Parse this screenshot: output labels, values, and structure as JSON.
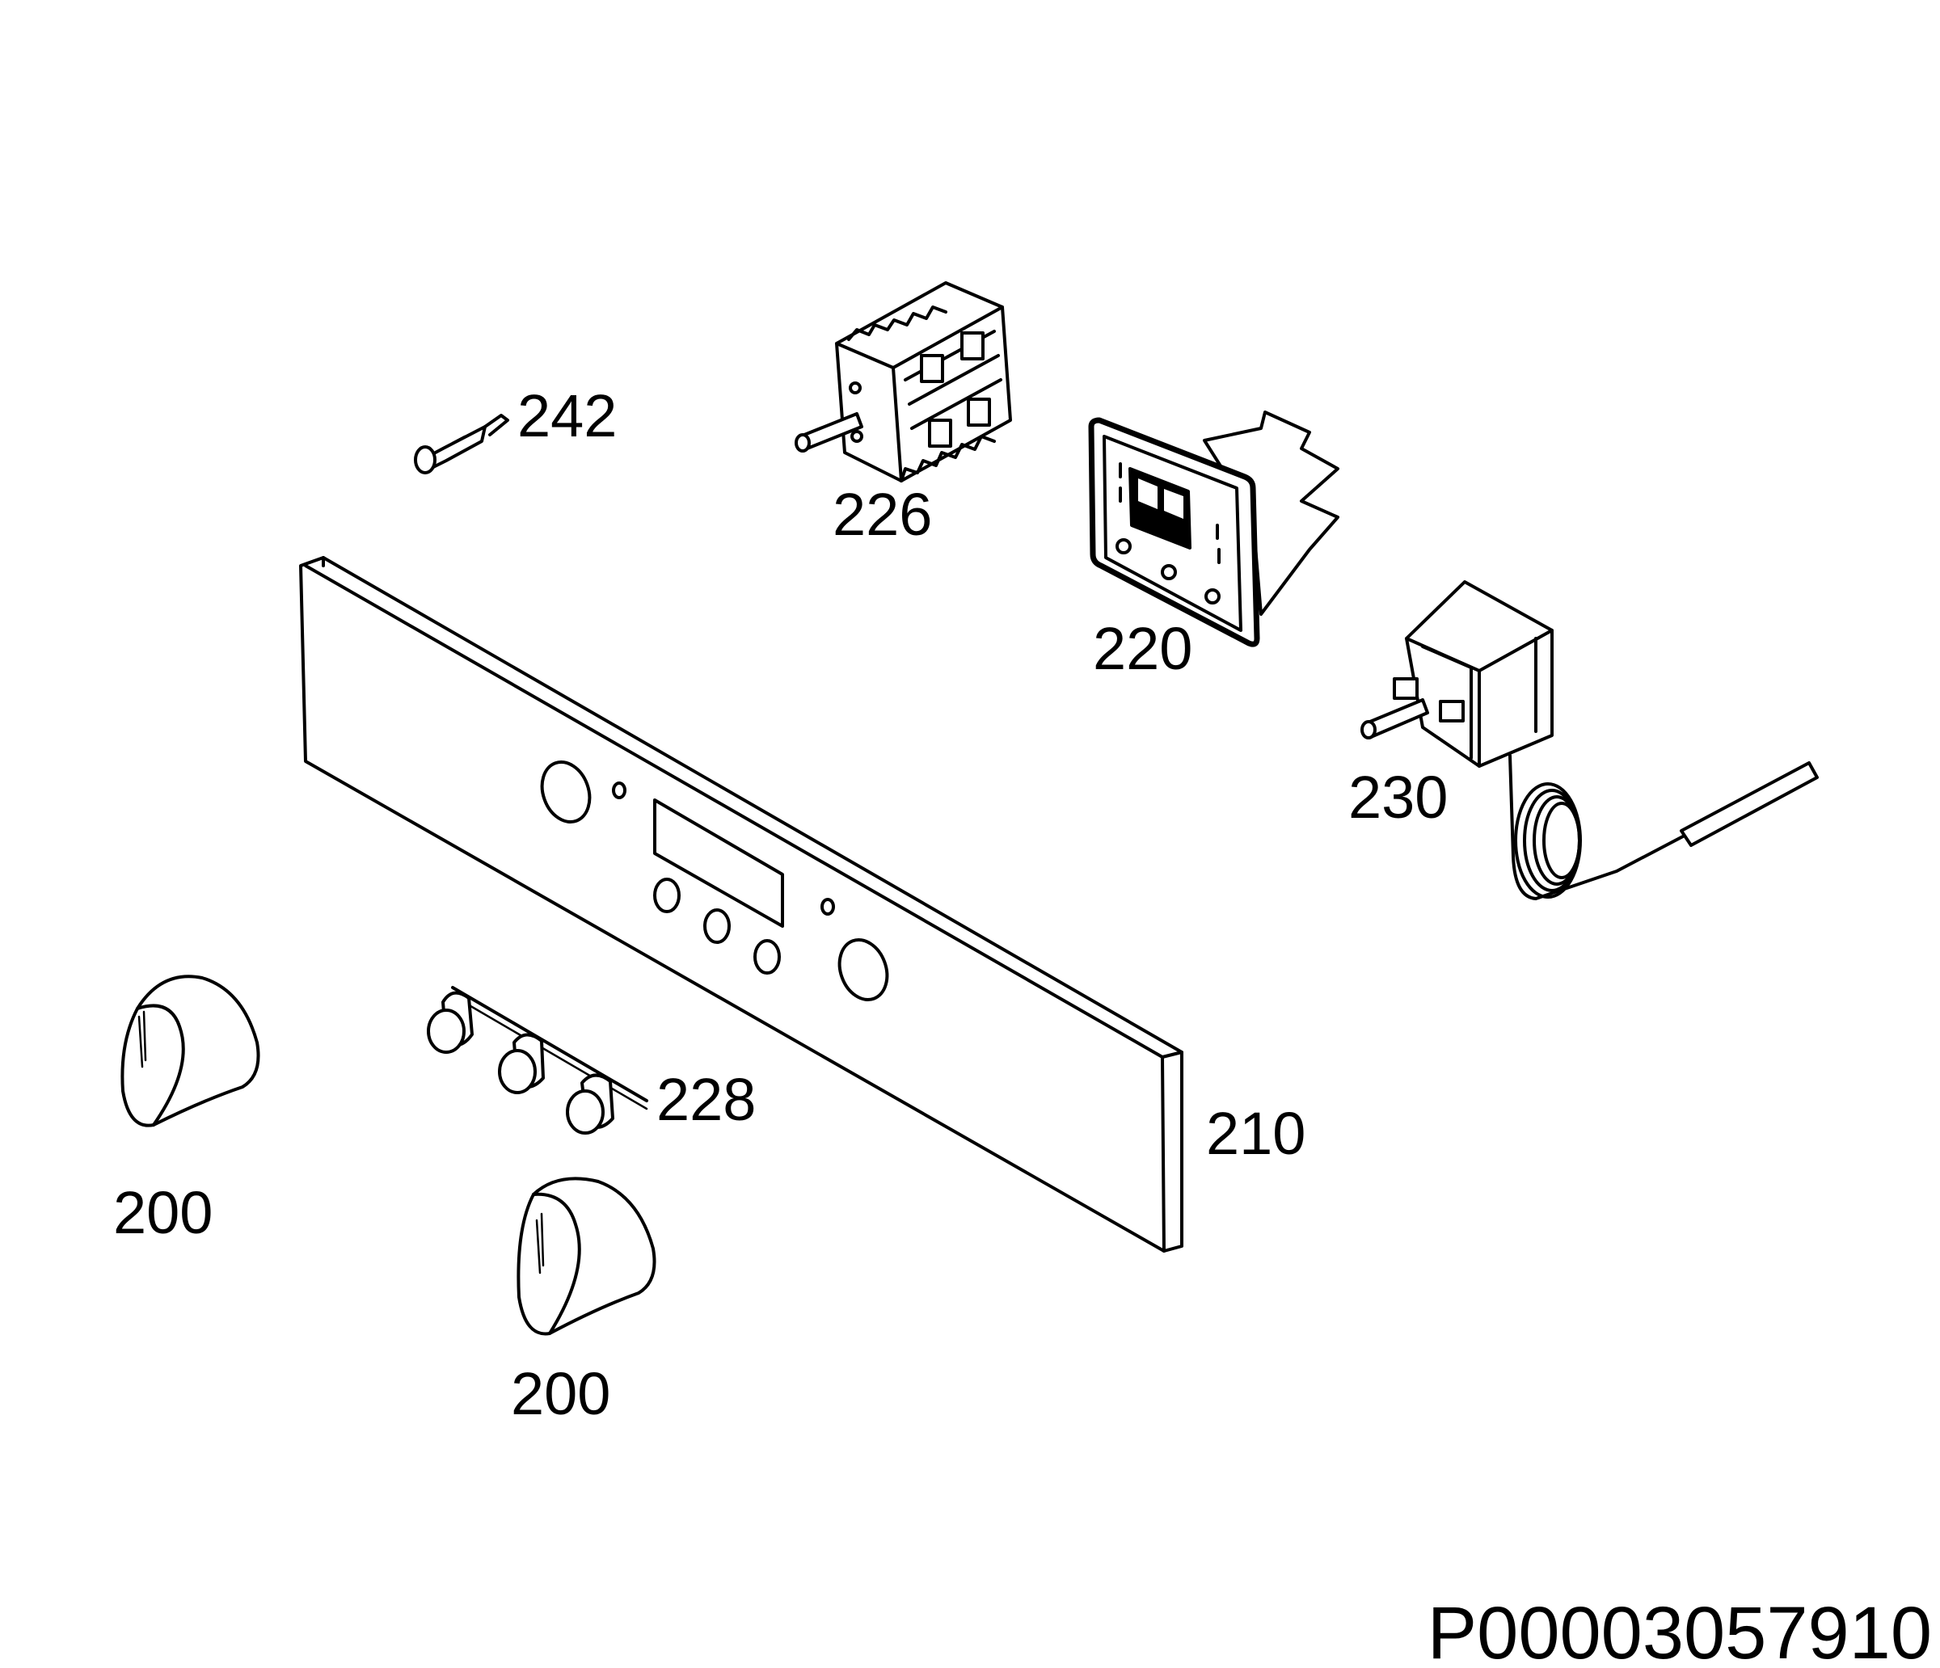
{
  "diagram": {
    "labels": {
      "knob_upper": "200",
      "knob_lower": "200",
      "panel": "210",
      "display_timer": "220",
      "selector_switch": "226",
      "push_buttons": "228",
      "thermostat": "230",
      "lamp": "242"
    },
    "document_code": "P00003057910"
  }
}
